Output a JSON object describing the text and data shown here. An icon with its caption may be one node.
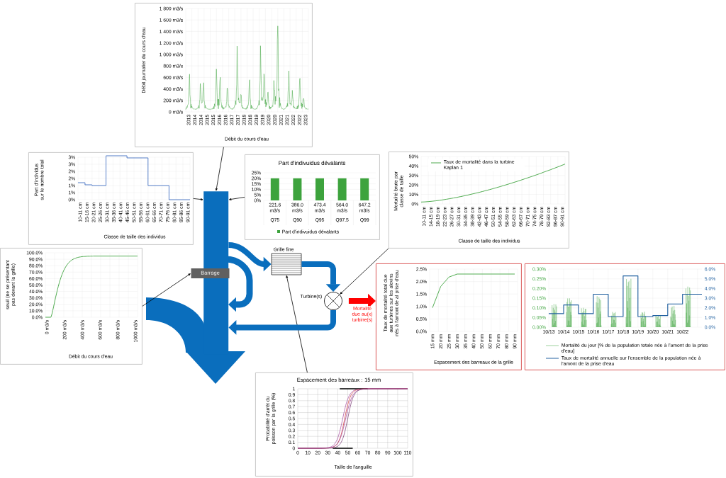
{
  "diagram": {
    "nodes": [
      {
        "text": [
          "Débit journalier du cours d'eau",
          "Débit du cours d'eau",
          "1 800 m3/s",
          "1 600 m3/s",
          "1 400 m3/s",
          "1 200 m3/s",
          "1 000 m3/s",
          "800 m3/s",
          "600 m3/s",
          "400 m3/s",
          "200 m3/s",
          "0 m3/s",
          "2013",
          "2014",
          "2014",
          "2015",
          "2015",
          "2016",
          "2016",
          "2017",
          "2017",
          "2018",
          "2018",
          "2019",
          "2019",
          "2020",
          "2020",
          "2021",
          "2021",
          "2022",
          "2022",
          "2023"
        ]
      },
      {
        "text": [
          "Part d'individus sur le nombre total",
          "Classe de taille des individus",
          "3%",
          "3%",
          "2%",
          "2%",
          "1%",
          "1%",
          "0%",
          "10-11 cm",
          "15-16 cm",
          "20-21 cm",
          "25-26 cm",
          "30-31 cm",
          "35-36 cm",
          "40-41 cm",
          "45-46 cm",
          "50-51 cm",
          "55-56 cm",
          "60-61 cm",
          "65-66 cm",
          "70-71 cm",
          "75-76 cm",
          "80-81 cm",
          "85-86 cm",
          "90-91 cm"
        ]
      },
      {
        "text": [
          "Part d'indivuidus dévalants",
          "25%",
          "20%",
          "15%",
          "10%",
          "5%",
          "0%",
          "221.6 m3/s",
          "386.0 m3/s",
          "473.4 m3/s",
          "564.0 m3/s",
          "647.2 m3/s",
          "Q75",
          "Q90",
          "Q95",
          "Q97.5",
          "Q99",
          "Part d'indivuidus dévalants"
        ]
      },
      {
        "text": [
          "seuil (ne se présentant pas devant la grille)",
          "Débit du cours d'eau",
          "100.0%",
          "90.0%",
          "80.0%",
          "70.0%",
          "60.0%",
          "50.0%",
          "40.0%",
          "30.0%",
          "20.0%",
          "10.0%",
          "0.0%",
          "0 m3/s",
          "200 m3/s",
          "400 m3/s",
          "600 m3/s",
          "800 m3/s",
          "1000 m3/s"
        ]
      },
      {
        "text": [
          "Barrage"
        ]
      },
      {
        "text": [
          "Grille fine"
        ]
      },
      {
        "text": [],
        "shape": "circle",
        "beside": [
          "Turbine(s)"
        ]
      },
      {
        "text": [
          "Mortalité brute par classe de taille",
          "Classe de taille des individus",
          "50%",
          "40%",
          "30%",
          "20%",
          "10%",
          "0%",
          "10-11 cm",
          "14-15 cm",
          "18-19 cm",
          "22-23 cm",
          "26-27 cm",
          "30-31 cm",
          "34-35 cm",
          "38-39 cm",
          "42-43 cm",
          "46-47 cm",
          "50-51 cm",
          "54-55 cm",
          "58-59 cm",
          "62-63 cm",
          "66-67 cm",
          "70-71 cm",
          "74-75 cm",
          "78-79 cm",
          "82-83 cm",
          "86-87 cm",
          "90-91 cm",
          "Taux de mortalité dans la turbine Kaplan 1"
        ]
      },
      {
        "text": [
          "Taux de mortalité total due aux turbines sur les alevins nés à l'amont de al prise d'eau",
          "Espacement des barreaux de la grille",
          "2.5%",
          "2.0%",
          "1.5%",
          "1.0%",
          "0.5%",
          "0.0%",
          "15 mm",
          "20 mm",
          "25 mm",
          "30 mm",
          "35 mm",
          "40 mm",
          "50 mm",
          "60 mm",
          "70 mm",
          "80 mm",
          "90 mm"
        ]
      },
      {
        "text": [
          "0.30%",
          "0.25%",
          "0.20%",
          "0.15%",
          "0.10%",
          "0.05%",
          "0.00%",
          "6.0%",
          "5.0%",
          "4.0%",
          "3.0%",
          "2.0%",
          "1.0%",
          "0.0%",
          "10/13",
          "10/14",
          "10/15",
          "10/16",
          "10/17",
          "10/18",
          "10/19",
          "10/20",
          "10/21",
          "10/22",
          "Mortalité du jour [% de la population totale née à l'amont de la prise d'eau]",
          "Taux de mortalité annuelle sur l'ensemble de la population née à l'amont de la prise d'eau"
        ]
      },
      {
        "text": [
          "Espacement des barreaux : 15 mm",
          "Probabilité d'arrêt du poisson par la grille (%)",
          "Taille de l'anguille",
          "1",
          "0.9",
          "0.8",
          "0.7",
          "0.6",
          "0.5",
          "0.4",
          "0.3",
          "0.2",
          "0.1",
          "0",
          "0",
          "10",
          "20",
          "30",
          "40",
          "50",
          "60",
          "70",
          "80",
          "90",
          "100",
          "110"
        ]
      },
      {
        "text": [],
        "shape": "bar"
      }
    ],
    "edges": [
      {
        "from": 0,
        "to": 11,
        "arrow": "to"
      },
      {
        "from": 1,
        "to": 11,
        "arrow": "to"
      },
      {
        "from": 2,
        "to": 11,
        "arrow": "to"
      },
      {
        "from": 3,
        "to": 4,
        "arrow": "to"
      },
      {
        "from": 10,
        "to": 5,
        "arrow": "to"
      },
      {
        "from": 7,
        "to": 6,
        "arrow": "to"
      },
      {
        "from": 11,
        "to": 5,
        "arrow": "to",
        "style": "thick",
        "color": "#0a6ebd"
      },
      {
        "from": 5,
        "to": 6,
        "arrow": "to",
        "style": "thick",
        "color": "#0a6ebd"
      },
      {
        "from": 6,
        "to": 11,
        "arrow": "to",
        "style": "thick",
        "color": "#0a6ebd"
      },
      {
        "from": 6,
        "to": 8,
        "arrow": "to",
        "style": "thick",
        "color": "#ff0000",
        "label": "Mortalité due au(x) turbine(s)"
      }
    ]
  }
}
